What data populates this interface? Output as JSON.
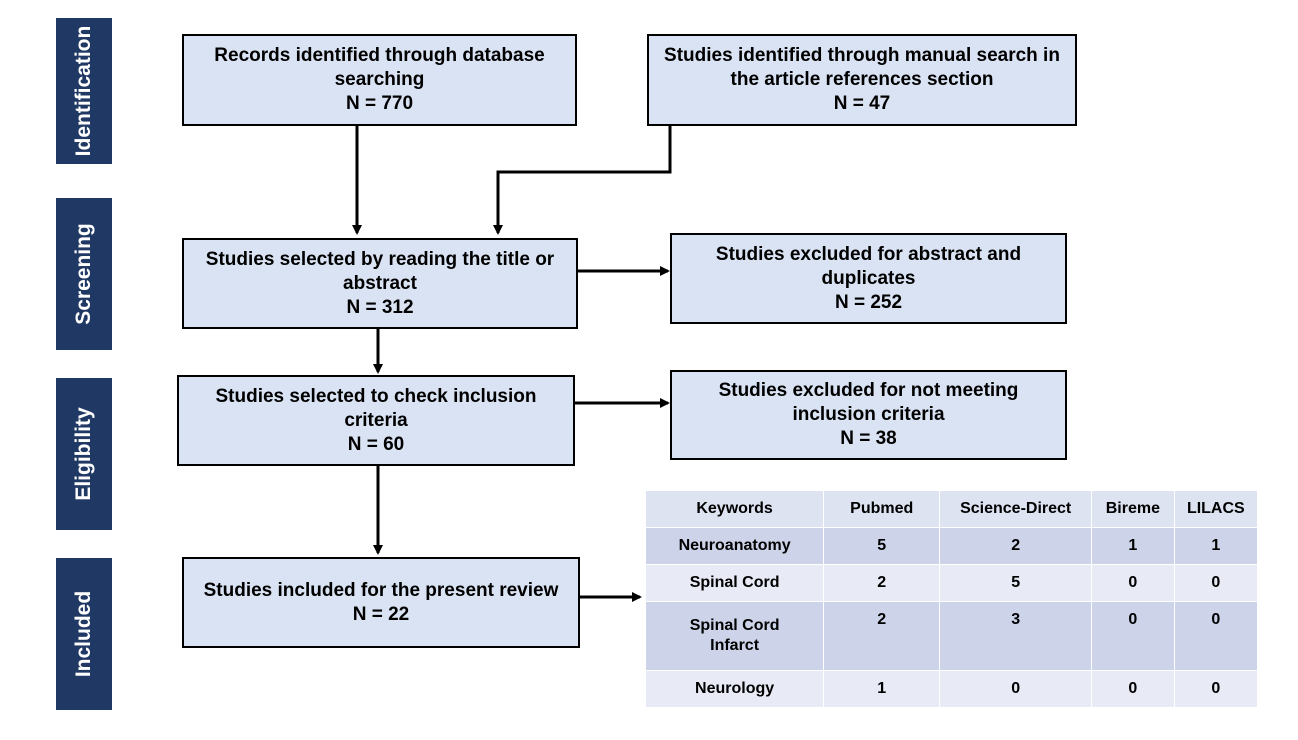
{
  "stages": [
    "Identification",
    "Screening",
    "Eligibility",
    "Included"
  ],
  "boxes": {
    "records": {
      "text": "Records identified through database searching",
      "n": "N = 770"
    },
    "manual": {
      "text": "Studies identified through manual search in the article references section",
      "n": "N = 47"
    },
    "selected_title": {
      "text": "Studies selected by reading the title or abstract",
      "n": "N = 312"
    },
    "excluded_abstract": {
      "text": "Studies excluded for abstract and duplicates",
      "n": "N = 252"
    },
    "selected_inclusion": {
      "text": "Studies selected to check inclusion criteria",
      "n": "N = 60"
    },
    "excluded_criteria": {
      "text": "Studies excluded for not meeting inclusion criteria",
      "n": "N = 38"
    },
    "included": {
      "text": "Studies included for the present review",
      "n": "N = 22"
    }
  },
  "table": {
    "headers": [
      "Keywords",
      "Pubmed",
      "Science-Direct",
      "Bireme",
      "LILACS"
    ],
    "rows": [
      [
        "Neuroanatomy",
        "5",
        "2",
        "1",
        "1"
      ],
      [
        "Spinal Cord",
        "2",
        "5",
        "0",
        "0"
      ],
      [
        "Spinal Cord Infarct",
        "2",
        "3",
        "0",
        "0"
      ],
      [
        "Neurology",
        "1",
        "0",
        "0",
        "0"
      ]
    ]
  },
  "colors": {
    "stage_bar": "#203864",
    "box_fill": "#dae3f3",
    "arrow": "#000000"
  }
}
